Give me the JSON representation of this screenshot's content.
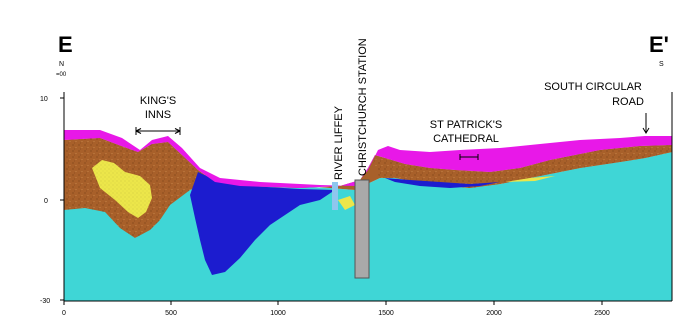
{
  "section": {
    "start_label": "E",
    "end_label": "E'",
    "start_dir": "N",
    "start_sub": "=00",
    "end_dir": "S"
  },
  "axes": {
    "y_ticks": [
      "10",
      "0",
      "-30"
    ],
    "x_ticks": [
      "0",
      "500",
      "1000",
      "1500",
      "2000",
      "2500"
    ]
  },
  "annotations": {
    "kings_inns_line1": "KING'S",
    "kings_inns_line2": "INNS",
    "river_liffey": "RIVER LIFFEY",
    "christchurch_station": "CHRISTCHURCH STATION",
    "st_patricks_line1": "ST PATRICK'S",
    "st_patricks_line2": "CATHEDRAL",
    "south_circular_line1": "SOUTH CIRCULAR",
    "south_circular_line2": "ROAD"
  },
  "colors": {
    "bedrock": "#3fd6d6",
    "infill": "#1c1ccf",
    "glacial_till": "#a8602a",
    "made_ground": "#e818e8",
    "gravel_lens": "#ece64a",
    "station_shaft": "#a9a9a9",
    "river": "#8fc6ee"
  }
}
